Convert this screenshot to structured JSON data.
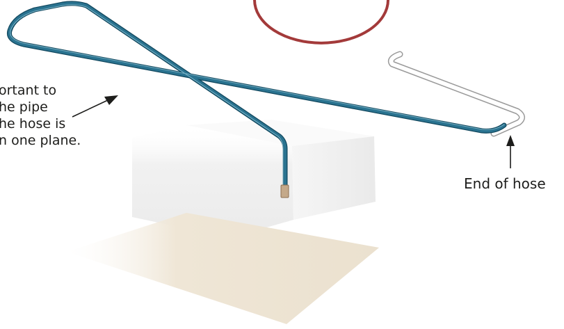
{
  "annotations": {
    "pipe_note_lines": [
      "ortant to",
      "he pipe",
      "he hose is",
      "n one plane."
    ],
    "end_of_hose": "End of hose"
  },
  "colors": {
    "hose": "#1f5f78",
    "hose_highlight": "#7fb6c9",
    "pipe_outline": "#9a9a9a",
    "circle": "#a33a3a",
    "box_fill": "#eeeeee",
    "floor_fill": "#efe6d6",
    "connector": "#c4a98a",
    "arrow": "#1d1d1b"
  }
}
